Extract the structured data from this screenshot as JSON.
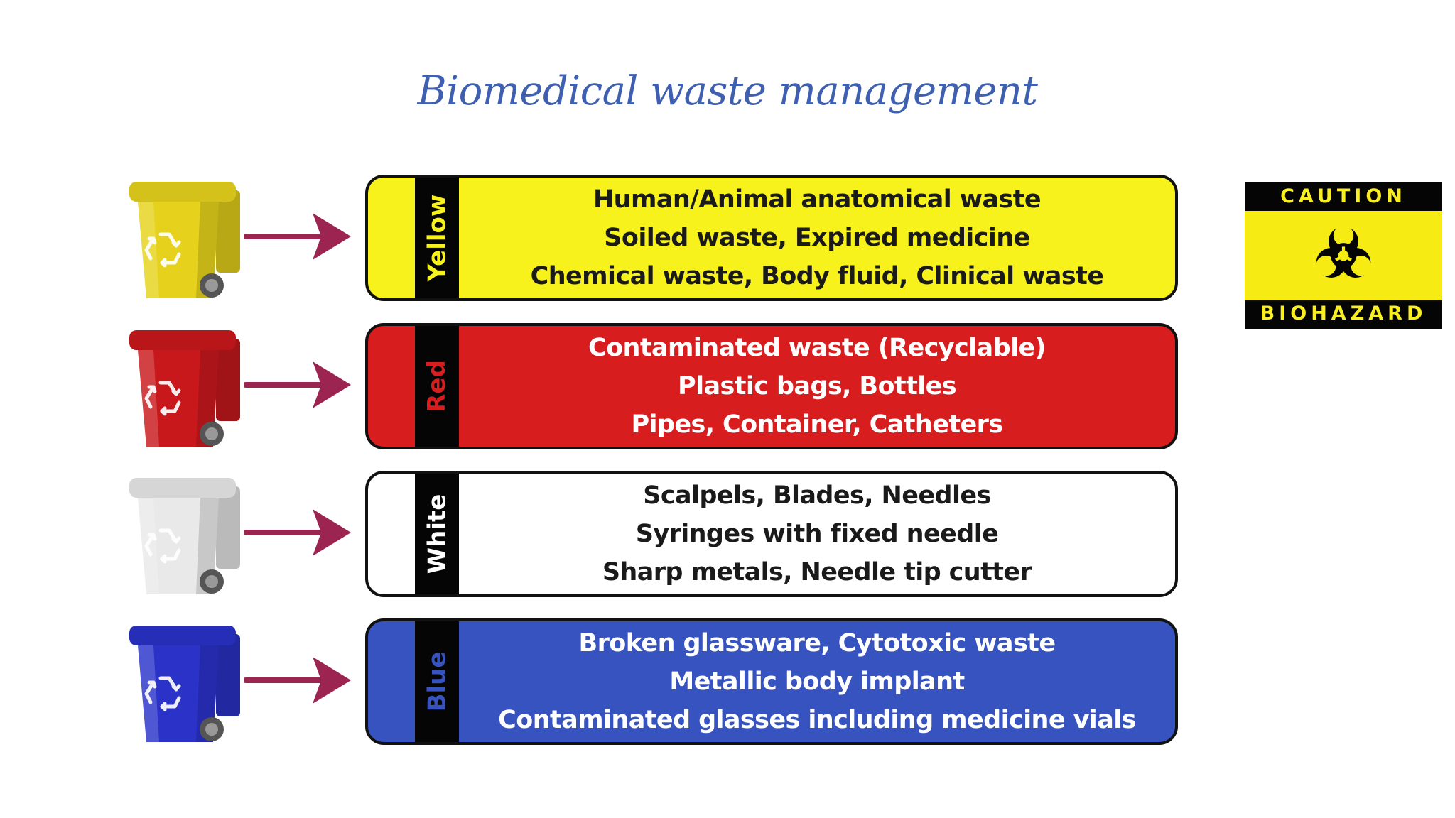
{
  "title": "Biomedical waste management",
  "colors": {
    "title": "#3f5fb0",
    "arrow": "#9b2450",
    "band": "#050505",
    "caution_yellow": "#f6ec14"
  },
  "categories": [
    {
      "label": "Yellow",
      "bin_color": "#e6d21c",
      "panel_color": "#f7f21c",
      "text_color": "#1a1a1a",
      "band_text_color": "#f7f21c",
      "items": [
        "Human/Animal anatomical waste",
        "Soiled waste, Expired medicine",
        "Chemical waste, Body fluid, Clinical waste"
      ]
    },
    {
      "label": "Red",
      "bin_color": "#c8181c",
      "panel_color": "#d81d1f",
      "text_color": "#ffffff",
      "band_text_color": "#d81d1f",
      "items": [
        "Contaminated waste (Recyclable)",
        "Plastic bags, Bottles",
        "Pipes, Container, Catheters"
      ]
    },
    {
      "label": "White",
      "bin_color": "#e9e9e9",
      "panel_color": "#ffffff",
      "text_color": "#1a1a1a",
      "band_text_color": "#ffffff",
      "items": [
        "Scalpels, Blades, Needles",
        "Syringes with fixed needle",
        "Sharp metals, Needle tip cutter"
      ]
    },
    {
      "label": "Blue",
      "bin_color": "#2a32c8",
      "panel_color": "#3653bf",
      "text_color": "#ffffff",
      "band_text_color": "#3653bf",
      "items": [
        "Broken glassware, Cytotoxic waste",
        "Metallic body implant",
        "Contaminated glasses including medicine vials"
      ]
    }
  ],
  "sign": {
    "top_text": "CAUTION",
    "bottom_text": "BIOHAZARD",
    "icon": "biohazard-icon"
  }
}
